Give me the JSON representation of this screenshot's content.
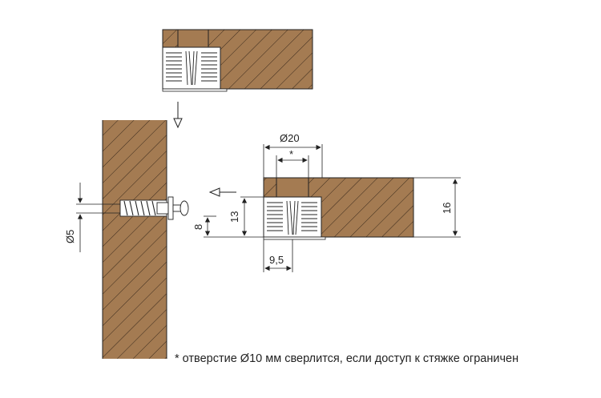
{
  "dimensions": {
    "cam_diameter": "Ø20",
    "star_mark": "*",
    "offset_edge": "9,5",
    "cam_depth": "13",
    "bolt_height": "8",
    "bolt_diameter": "Ø5",
    "panel_thickness": "16"
  },
  "footnote": "* отверстие Ø10 мм сверлится, если доступ к стяжке ограничен",
  "colors": {
    "wood": "#a47b52",
    "wood_hatch": "#3a2a1c",
    "outline": "#222222",
    "housing": "#ffffff",
    "dim_line": "#222222"
  },
  "icons": {
    "down_arrow": "arrow-down-icon",
    "left_arrow": "arrow-left-icon"
  }
}
